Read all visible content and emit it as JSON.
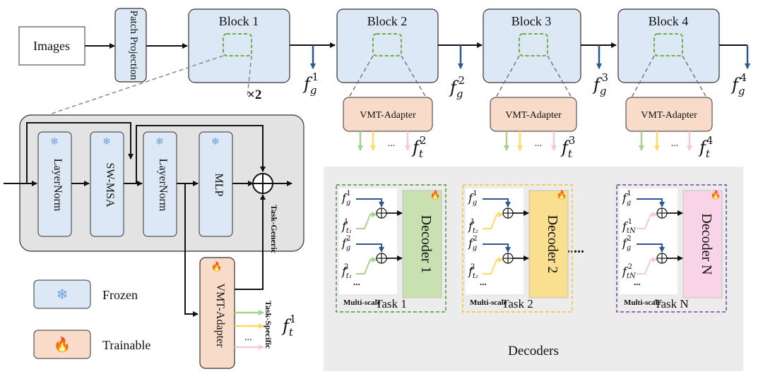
{
  "input": {
    "images_label": "Images",
    "patch_projection_label": "Patch Projection"
  },
  "blocks": [
    {
      "label": "Block 1"
    },
    {
      "label": "Block 2"
    },
    {
      "label": "Block 3"
    },
    {
      "label": "Block 4"
    }
  ],
  "generic_features": [
    {
      "base": "f",
      "sub": "g",
      "sup": "1"
    },
    {
      "base": "f",
      "sub": "g",
      "sup": "2"
    },
    {
      "base": "f",
      "sub": "g",
      "sup": "3"
    },
    {
      "base": "f",
      "sub": "g",
      "sup": "4"
    }
  ],
  "adapters": [
    {
      "label": "VMT-Adapter",
      "dots": "...",
      "feat": {
        "base": "f",
        "sub": "t",
        "sup": "2"
      }
    },
    {
      "label": "VMT-Adapter",
      "dots": "...",
      "feat": {
        "base": "f",
        "sub": "t",
        "sup": "3"
      }
    },
    {
      "label": "VMT-Adapter",
      "dots": "...",
      "feat": {
        "base": "f",
        "sub": "t",
        "sup": "4"
      }
    }
  ],
  "repeat_label": "×2",
  "block_detail": {
    "layers": [
      "LayerNorm",
      "SW-MSA",
      "LayerNorm",
      "MLP"
    ],
    "frozen_glyph": "❄",
    "adapter_label": "VMT-Adapter",
    "trainable_glyph": "🔥",
    "task_generic_label": "Task-Generic",
    "task_specific_label": "Task-Specific",
    "dots": "...",
    "feat": {
      "base": "f",
      "sub": "t",
      "sup": "1"
    }
  },
  "legend": [
    {
      "type": "frozen",
      "glyph": "❄",
      "label": "Frozen",
      "color": "#dce8f5"
    },
    {
      "type": "trainable",
      "glyph": "🔥",
      "label": "Trainable",
      "color": "#f8dcc9"
    }
  ],
  "decoders": {
    "title": "Decoders",
    "ellipsis": "......",
    "tasks": [
      {
        "label": "Task 1",
        "decoder": "Decoder 1",
        "color": "#c9e0b0",
        "border": "#4b9a3c",
        "feats": [
          [
            "f",
            "g",
            "1"
          ],
          [
            "f",
            "t₁",
            "1"
          ],
          [
            "f",
            "g",
            "2"
          ],
          [
            "f",
            "t₁",
            "2"
          ]
        ],
        "multiscale": "Multi-scale",
        "dots": "..."
      },
      {
        "label": "Task 2",
        "decoder": "Decoder 2",
        "color": "#fadf90",
        "border": "#f2c23a",
        "feats": [
          [
            "f",
            "g",
            "1"
          ],
          [
            "f",
            "t₂",
            "1"
          ],
          [
            "f",
            "g",
            "2"
          ],
          [
            "f",
            "t₂",
            "2"
          ]
        ],
        "multiscale": "Multi-scale",
        "dots": "..."
      },
      {
        "label": "Task N",
        "decoder": "Decoder N",
        "color": "#f9d4e8",
        "border": "#7b3fa8",
        "feats": [
          [
            "f",
            "g",
            "1"
          ],
          [
            "f",
            "tN",
            "1"
          ],
          [
            "f",
            "g",
            "2"
          ],
          [
            "f",
            "tN",
            "2"
          ]
        ],
        "multiscale": "Multi-scale",
        "dots": "..."
      }
    ]
  },
  "colors": {
    "frozen": "#dce8f5",
    "trainable": "#f8dcc9",
    "generic_arrow": "#2f5597",
    "green_arrow": "#a9d18e",
    "yellow_arrow": "#ffd966",
    "pink_arrow": "#f4c7e0",
    "inner_dashed": "#70ad47"
  }
}
